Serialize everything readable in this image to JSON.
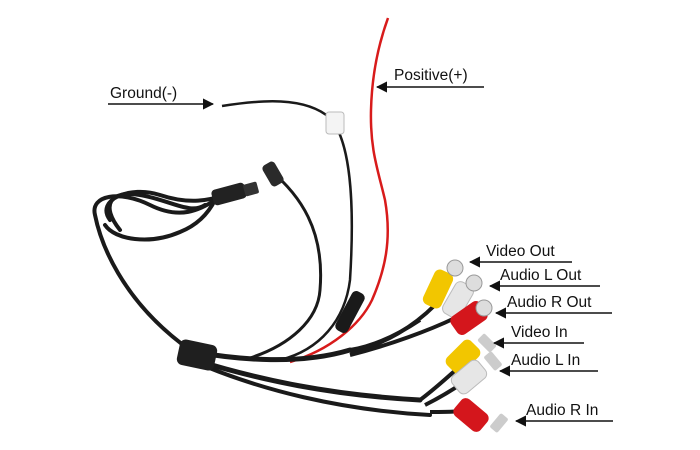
{
  "labels": {
    "ground": "Ground(-)",
    "positive": "Positive(+)",
    "video_out": "Video Out",
    "audio_l_out": "Audio L Out",
    "audio_r_out": "Audio R Out",
    "video_in": "Video In",
    "audio_l_in": "Audio L In",
    "audio_r_in": "Audio R In"
  },
  "colors": {
    "cable": "#1a1a1a",
    "positive_wire": "#d81b1b",
    "rca_yellow": "#f2c600",
    "rca_white": "#e6e6e6",
    "rca_red": "#d4161c",
    "background": "#ffffff"
  }
}
